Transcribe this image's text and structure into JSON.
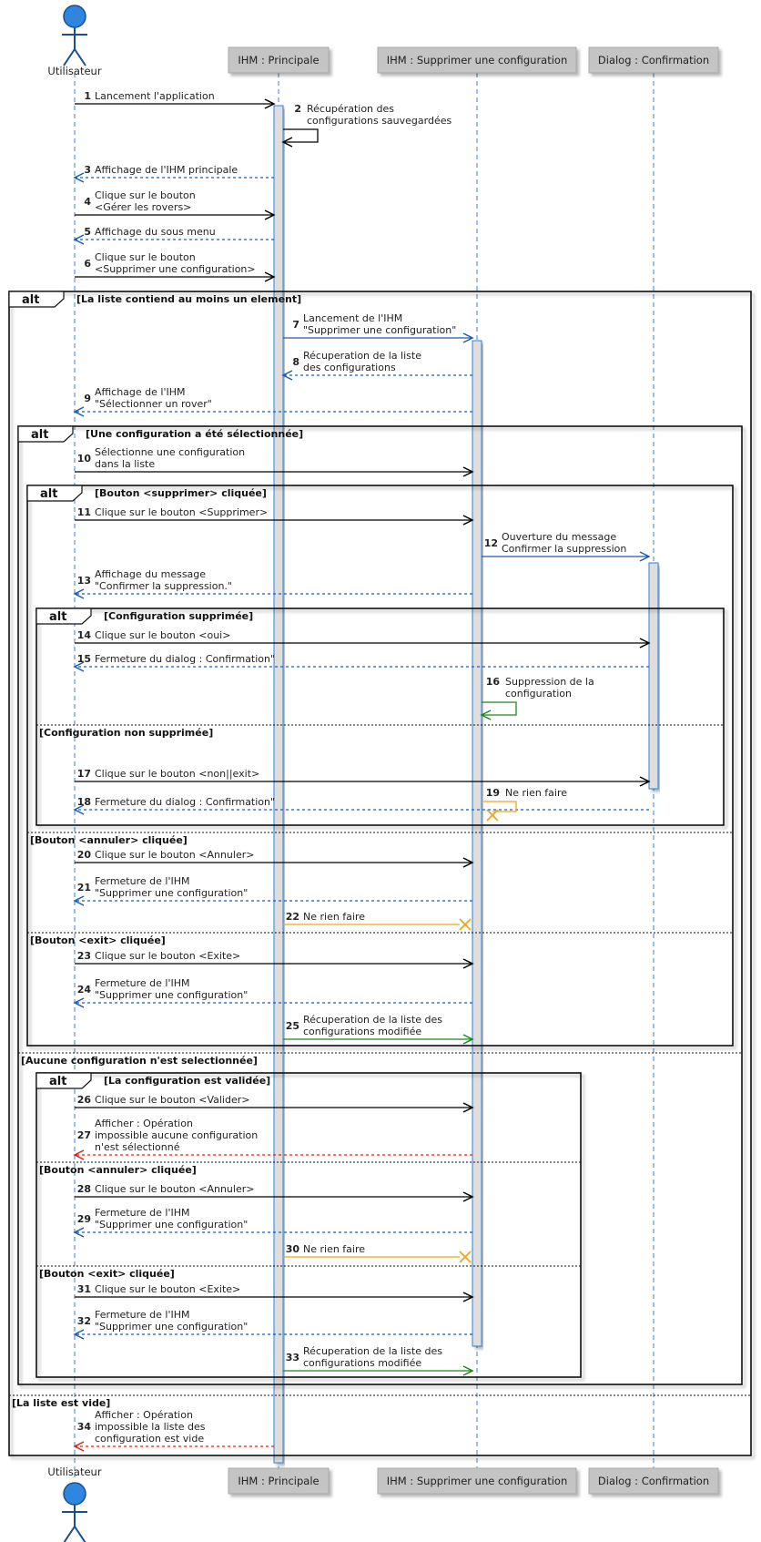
{
  "participants": [
    {
      "id": "user",
      "label": "Utilisateur",
      "type": "actor"
    },
    {
      "id": "main",
      "label": "IHM : Principale",
      "type": "box"
    },
    {
      "id": "del",
      "label": "IHM : Supprimer une configuration",
      "type": "box"
    },
    {
      "id": "dlg",
      "label": "Dialog : Confirmation",
      "type": "box"
    }
  ],
  "colors": {
    "lifeline": "#2c83d6",
    "sync": "#000000",
    "reply": "#1e5bb0",
    "green": "#1a8a1a",
    "orange": "#f0a31c",
    "red": "#e0201b",
    "participant_fill": "#c4c4c4",
    "activation_fill": "#dedede",
    "actor_fill": "#2f86e0"
  },
  "fragments": [
    {
      "keyword": "alt",
      "guard": "[La liste contiend au moins un element]",
      "sections": [
        {
          "guard": "[La liste est vide]"
        }
      ]
    },
    {
      "keyword": "alt",
      "guard": "[Une configuration a été sélectionnée]",
      "sections": [
        {
          "guard": "[Aucune configuration n'est selectionnée]"
        }
      ]
    },
    {
      "keyword": "alt",
      "guard": "[Bouton <supprimer> cliquée]",
      "sections": [
        {
          "guard": "[Bouton <annuler> cliquée]"
        },
        {
          "guard": "[Bouton <exit> cliquée]"
        }
      ]
    },
    {
      "keyword": "alt",
      "guard": "[Configuration supprimée]",
      "sections": [
        {
          "guard": "[Configuration non supprimée]"
        }
      ]
    },
    {
      "keyword": "alt",
      "guard": "[La configuration est validée]",
      "sections": [
        {
          "guard": "[Bouton <annuler> cliquée]"
        },
        {
          "guard": "[Bouton <exit> cliquée]"
        }
      ]
    }
  ],
  "messages": [
    {
      "num": "1",
      "from": "user",
      "to": "main",
      "kind": "sync",
      "color": "sync",
      "lines": [
        "Lancement l'application"
      ]
    },
    {
      "num": "2",
      "from": "main",
      "to": "main",
      "kind": "self",
      "color": "sync",
      "lines": [
        "Récupération des",
        "configurations sauvegardées"
      ]
    },
    {
      "num": "3",
      "from": "main",
      "to": "user",
      "kind": "reply",
      "color": "reply",
      "lines": [
        "Affichage de l'IHM principale"
      ]
    },
    {
      "num": "4",
      "from": "user",
      "to": "main",
      "kind": "sync",
      "color": "sync",
      "lines": [
        "Clique sur le bouton",
        "<Gérer les rovers>"
      ]
    },
    {
      "num": "5",
      "from": "main",
      "to": "user",
      "kind": "reply",
      "color": "reply",
      "lines": [
        "Affichage du sous menu"
      ]
    },
    {
      "num": "6",
      "from": "user",
      "to": "main",
      "kind": "sync",
      "color": "sync",
      "lines": [
        "Clique sur le bouton",
        "<Supprimer une configuration>"
      ]
    },
    {
      "num": "7",
      "from": "main",
      "to": "del",
      "kind": "sync",
      "color": "reply",
      "lines": [
        "Lancement de l'IHM",
        "\"Supprimer une configuration\""
      ]
    },
    {
      "num": "8",
      "from": "del",
      "to": "main",
      "kind": "reply",
      "color": "reply",
      "lines": [
        "Récuperation de la liste",
        "des configurations"
      ]
    },
    {
      "num": "9",
      "from": "del",
      "to": "user",
      "kind": "reply",
      "color": "reply",
      "lines": [
        "Affichage de l'IHM",
        "\"Sélectionner un rover\""
      ]
    },
    {
      "num": "10",
      "from": "user",
      "to": "del",
      "kind": "sync",
      "color": "sync",
      "lines": [
        "Sélectionne une configuration",
        "dans la liste"
      ]
    },
    {
      "num": "11",
      "from": "user",
      "to": "del",
      "kind": "sync",
      "color": "sync",
      "lines": [
        "Clique sur le bouton <Supprimer>"
      ]
    },
    {
      "num": "12",
      "from": "del",
      "to": "dlg",
      "kind": "sync",
      "color": "reply",
      "lines": [
        "Ouverture du message",
        "Confirmer la suppression"
      ]
    },
    {
      "num": "13",
      "from": "del",
      "to": "user",
      "kind": "reply",
      "color": "reply",
      "lines": [
        "Affichage du message",
        "  \"Confirmer la suppression.\""
      ]
    },
    {
      "num": "14",
      "from": "user",
      "to": "dlg",
      "kind": "sync",
      "color": "sync",
      "lines": [
        "Clique sur le bouton <oui>"
      ]
    },
    {
      "num": "15",
      "from": "dlg",
      "to": "user",
      "kind": "reply",
      "color": "reply",
      "lines": [
        "Fermeture du dialog : Confirmation\""
      ]
    },
    {
      "num": "16",
      "from": "del",
      "to": "del",
      "kind": "self",
      "color": "green",
      "lines": [
        "Suppression de la",
        "configuration"
      ]
    },
    {
      "num": "17",
      "from": "user",
      "to": "dlg",
      "kind": "sync",
      "color": "sync",
      "lines": [
        "Clique sur le bouton <non||exit>"
      ]
    },
    {
      "num": "18",
      "from": "dlg",
      "to": "user",
      "kind": "reply",
      "color": "reply",
      "lines": [
        "Fermeture du dialog : Confirmation\""
      ]
    },
    {
      "num": "19",
      "from": "del",
      "to": "del",
      "kind": "self-lost",
      "color": "orange",
      "lines": [
        "Ne rien faire"
      ]
    },
    {
      "num": "20",
      "from": "user",
      "to": "del",
      "kind": "sync",
      "color": "sync",
      "lines": [
        "Clique sur le bouton <Annuler>"
      ]
    },
    {
      "num": "21",
      "from": "del",
      "to": "user",
      "kind": "reply",
      "color": "reply",
      "lines": [
        "Fermeture de l'IHM",
        "  \"Supprimer une configuration\""
      ]
    },
    {
      "num": "22",
      "from": "main",
      "to": "del",
      "kind": "lost",
      "color": "orange",
      "lines": [
        "Ne rien faire"
      ]
    },
    {
      "num": "23",
      "from": "user",
      "to": "del",
      "kind": "sync",
      "color": "sync",
      "lines": [
        "Clique sur le bouton <Exite>"
      ]
    },
    {
      "num": "24",
      "from": "del",
      "to": "user",
      "kind": "reply",
      "color": "reply",
      "lines": [
        "Fermeture de l'IHM",
        "  \"Supprimer une configuration\""
      ]
    },
    {
      "num": "25",
      "from": "main",
      "to": "del",
      "kind": "sync",
      "color": "green",
      "lines": [
        "Récuperation de la liste des",
        "configurations modifiée"
      ]
    },
    {
      "num": "26",
      "from": "user",
      "to": "del",
      "kind": "sync",
      "color": "sync",
      "lines": [
        "Clique sur le bouton <Valider>"
      ]
    },
    {
      "num": "27",
      "from": "del",
      "to": "user",
      "kind": "reply",
      "color": "red",
      "lines": [
        "Afficher : Opération",
        "impossible aucune configuration",
        "n'est sélectionné"
      ]
    },
    {
      "num": "28",
      "from": "user",
      "to": "del",
      "kind": "sync",
      "color": "sync",
      "lines": [
        "Clique sur le bouton <Annuler>"
      ]
    },
    {
      "num": "29",
      "from": "del",
      "to": "user",
      "kind": "reply",
      "color": "reply",
      "lines": [
        "Fermeture de l'IHM",
        "  \"Supprimer une configuration\""
      ]
    },
    {
      "num": "30",
      "from": "main",
      "to": "del",
      "kind": "lost",
      "color": "orange",
      "lines": [
        "Ne rien faire"
      ]
    },
    {
      "num": "31",
      "from": "user",
      "to": "del",
      "kind": "sync",
      "color": "sync",
      "lines": [
        "Clique sur le bouton <Exite>"
      ]
    },
    {
      "num": "32",
      "from": "del",
      "to": "user",
      "kind": "reply",
      "color": "reply",
      "lines": [
        "Fermeture de l'IHM",
        "  \"Supprimer une configuration\""
      ]
    },
    {
      "num": "33",
      "from": "main",
      "to": "del",
      "kind": "sync",
      "color": "green",
      "lines": [
        "Récuperation de la liste des",
        "configurations modifiée"
      ]
    },
    {
      "num": "34",
      "from": "main",
      "to": "user",
      "kind": "reply",
      "color": "red",
      "lines": [
        "Afficher : Opération",
        "impossible la liste des",
        "  configuration est vide"
      ]
    }
  ]
}
